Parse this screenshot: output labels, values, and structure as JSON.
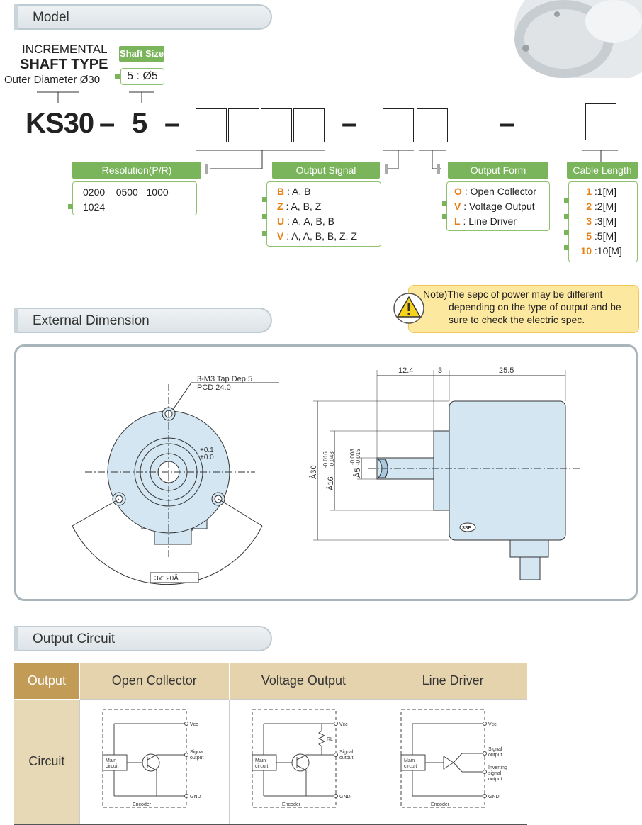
{
  "sections": {
    "model": "Model",
    "external_dimension": "External Dimension",
    "output_circuit": "Output Circuit"
  },
  "model": {
    "type_line1": "INCREMENTAL",
    "type_line2": "SHAFT TYPE",
    "outer_diameter": "Outer Diameter Ø30",
    "shaft_size_label": "Shaft Size",
    "shaft_size_value": "5 : Ø5",
    "code_prefix": "KS30",
    "code_dash1": "–",
    "code_shaft": "5",
    "code_dash2": "–",
    "code_dash3": "–",
    "code_dash4": "–"
  },
  "resolution": {
    "header": "Resolution(P/R)",
    "line1": "0200    0500   1000",
    "line2": "1024"
  },
  "output_signal": {
    "header": "Output Signal",
    "items": [
      {
        "code": "B",
        "desc": "A, B"
      },
      {
        "code": "Z",
        "desc": "A, B, Z"
      },
      {
        "code": "U",
        "desc_pre": "A, ",
        "ov1": "A",
        "mid": ", B, ",
        "ov2": "B",
        "post": ""
      },
      {
        "code": "V",
        "desc_pre": "A, ",
        "ov1": "A",
        "mid": ", B, ",
        "ov2": "B",
        "post": ", Z, ",
        "ov3": "Z"
      }
    ]
  },
  "output_form": {
    "header": "Output Form",
    "items": [
      {
        "code": "O",
        "desc": "Open Collector"
      },
      {
        "code": "V",
        "desc": "Voltage Output"
      },
      {
        "code": "L",
        "desc": "Line Driver"
      }
    ]
  },
  "cable_length": {
    "header": "Cable Length",
    "items": [
      {
        "code": "1",
        "desc": "1[M]"
      },
      {
        "code": "2",
        "desc": "2[M]"
      },
      {
        "code": "3",
        "desc": "3[M]"
      },
      {
        "code": "5",
        "desc": "5[M]"
      },
      {
        "code": "10",
        "desc": "10[M]"
      }
    ]
  },
  "note": {
    "prefix": "Note)",
    "line1": "The sepc of power may be different",
    "line2": "depending on the type of output and be",
    "line3": "sure to check the electric spec."
  },
  "dimension": {
    "tap": "3-M3 Tap Dep.5",
    "pcd": "PCD 24.0",
    "tol_upper": "+0.1",
    "tol_lower": "+0.0",
    "angle": "3x120Â",
    "d30": "Â30",
    "d16": "Â16",
    "d16_tol_upper": "-0.016",
    "d16_tol_lower": "-0.043",
    "d5": "Â5",
    "d5_tol_upper": "-0.008",
    "d5_tol_lower": "-0.015",
    "len1": "12.4",
    "len2": "3",
    "len3": "25.5",
    "badge": "3SE"
  },
  "circuit_table": {
    "head_output": "Output",
    "head_cols": [
      "Open Collector",
      "Voltage Output",
      "Line Driver"
    ],
    "row_label": "Circuit",
    "labels": {
      "vcc": "Vcc",
      "gnd": "GND",
      "signal1": "Signal",
      "signal2": "output",
      "main1": "Main",
      "main2": "circuit",
      "encoder": "Encoder",
      "rl": "RL",
      "inv1": "Inverting",
      "inv2": "signal",
      "inv3": "output"
    }
  },
  "colors": {
    "green": "#7ab55c",
    "orange": "#e87e12",
    "table_head": "#c29c56",
    "table_cell": "#e4d3ad",
    "note_bg": "#fde8a0",
    "drawing_fill": "#d3e6f2"
  }
}
